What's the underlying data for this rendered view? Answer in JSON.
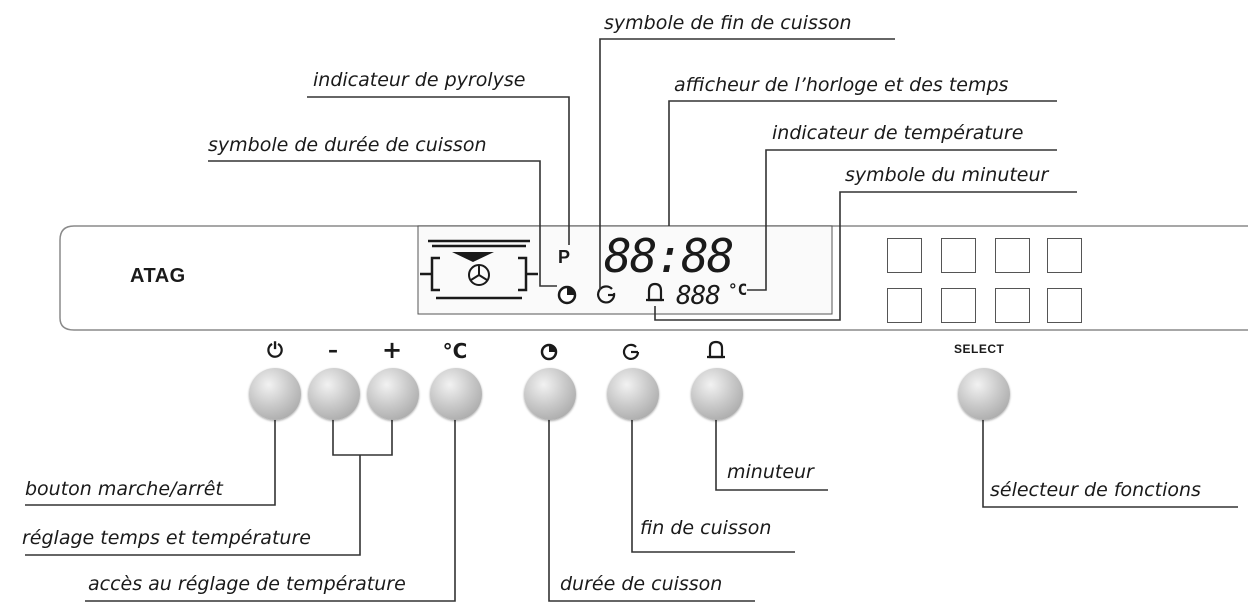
{
  "brand": "ATAG",
  "select_label": "SELECT",
  "display": {
    "clock_digits": "88:88",
    "temp_digits": "888",
    "temp_unit": "°C",
    "pyrolysis_letter": "P"
  },
  "buttons": [
    {
      "name": "power-button",
      "icon": "power-icon",
      "glyph": "⏻"
    },
    {
      "name": "minus-button",
      "icon": "minus-icon",
      "glyph": "–"
    },
    {
      "name": "plus-button",
      "icon": "plus-icon",
      "glyph": "+"
    },
    {
      "name": "temperature-button",
      "icon": "celsius-icon",
      "glyph": "°C"
    },
    {
      "name": "cooking-duration-button",
      "icon": "duration-icon",
      "glyph": "◔"
    },
    {
      "name": "end-of-cooking-button",
      "icon": "end-time-icon",
      "glyph": "◷"
    },
    {
      "name": "timer-button",
      "icon": "bell-icon",
      "glyph": "🔔"
    },
    {
      "name": "select-button",
      "icon": "select-knob",
      "glyph": ""
    }
  ],
  "labels": {
    "end_symbol": "symbole de fin de cuisson",
    "pyrolysis": "indicateur de pyrolyse",
    "clock_display": "afficheur de l’horloge et des temps",
    "temperature_indicator": "indicateur de température",
    "duration_symbol": "symbole de durée de cuisson",
    "timer_symbol": "symbole du minuteur",
    "power": "bouton marche/arrêt",
    "time_temp_adjust": "réglage temps et température",
    "temp_access": "accès au réglage de température",
    "duration": "durée de cuisson",
    "end": "fin de cuisson",
    "timer": "minuteur",
    "function_selector": "sélecteur de fonctions"
  }
}
